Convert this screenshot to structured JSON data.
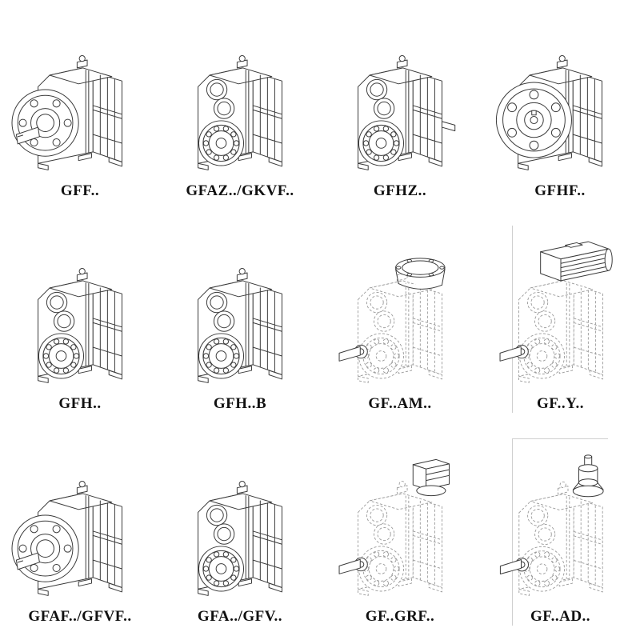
{
  "page": {
    "background": "#ffffff"
  },
  "colors": {
    "line": "#3b3b3b",
    "phantom_line": "#9a9a9a",
    "label_text": "#111111"
  },
  "catalog": {
    "items": [
      {
        "label": "GFF..",
        "drawing": "gearbox-output-flange-shaft"
      },
      {
        "label": "GFAZ../GKVF..",
        "drawing": "gearbox-hollow-bore"
      },
      {
        "label": "GFHZ..",
        "drawing": "gearbox-hollow-bore-side-shaft"
      },
      {
        "label": "GFHF..",
        "drawing": "gearbox-front-flange"
      },
      {
        "label": "GFH..",
        "drawing": "gearbox-hollow-bore"
      },
      {
        "label": "GFH..B",
        "drawing": "gearbox-hollow-bore"
      },
      {
        "label": "GF..AM..",
        "drawing": "gearbox-phantom-input-flange"
      },
      {
        "label": "GF..Y..",
        "drawing": "gearbox-phantom-motor"
      },
      {
        "label": "GFAF../GFVF..",
        "drawing": "gearbox-output-flange-shaft"
      },
      {
        "label": "GFA../GFV..",
        "drawing": "gearbox-hollow-bore"
      },
      {
        "label": "GF..GRF..",
        "drawing": "gearbox-phantom-input-adapter"
      },
      {
        "label": "GF..AD..",
        "drawing": "gearbox-phantom-input-shaft"
      }
    ]
  }
}
